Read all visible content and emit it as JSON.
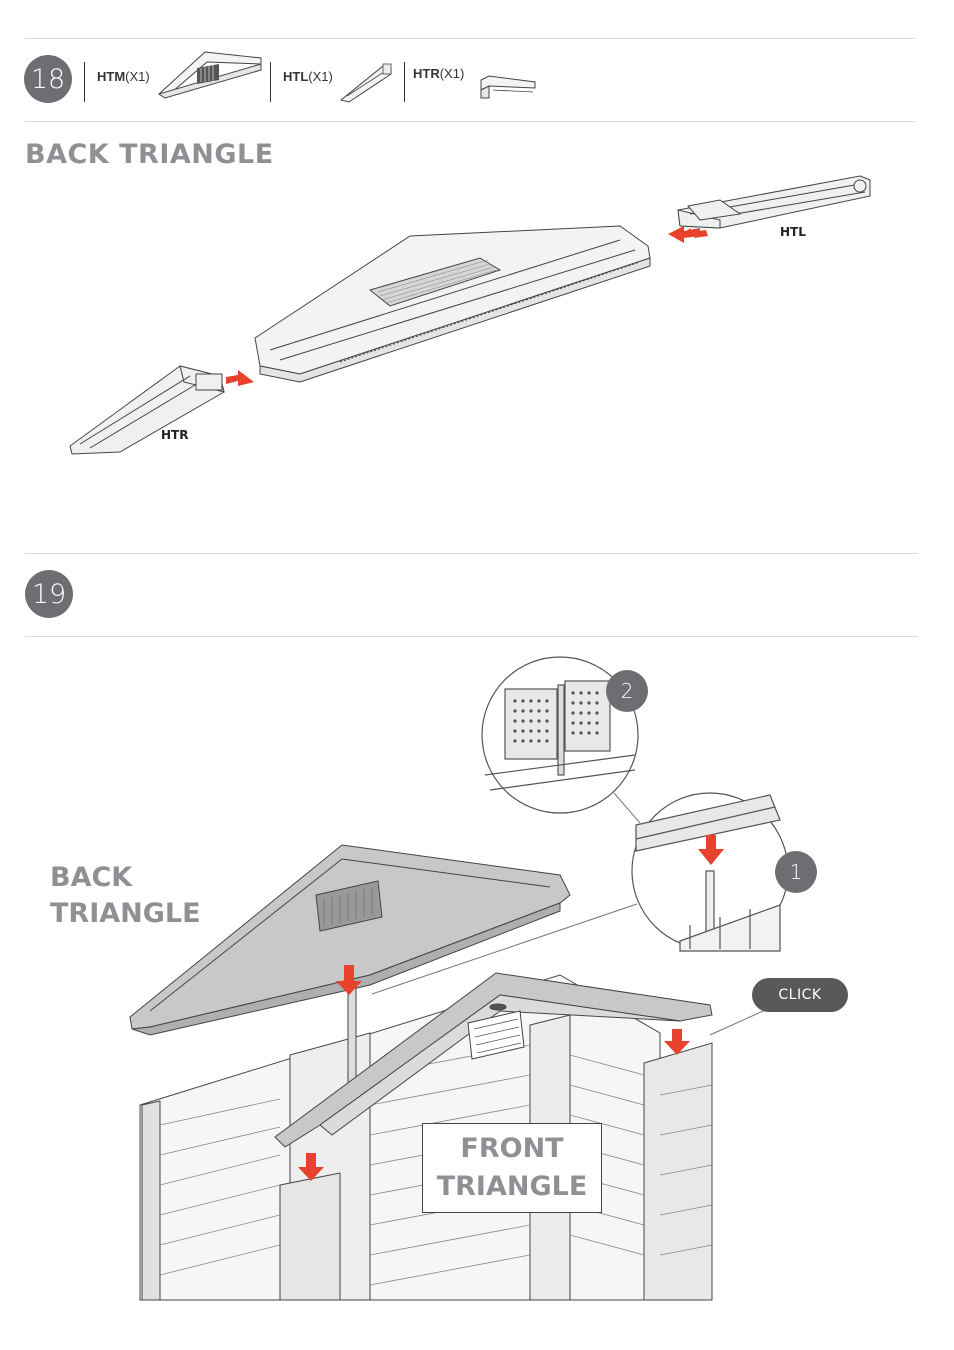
{
  "step18": {
    "number": "18",
    "parts": [
      {
        "code": "HTM",
        "qty": "(X1)"
      },
      {
        "code": "HTL",
        "qty": "(X1)"
      },
      {
        "code": "HTR",
        "qty": "(X1)"
      }
    ],
    "title": "BACK TRIANGLE",
    "callouts": {
      "htl": "HTL",
      "htr": "HTR"
    }
  },
  "step19": {
    "number": "19",
    "back_label_line1": "BACK",
    "back_label_line2": "TRIANGLE",
    "front_label_line1": "FRONT",
    "front_label_line2": "TRIANGLE",
    "detail1": "1",
    "detail2": "2",
    "click_label": "CLICK"
  },
  "colors": {
    "badge": "#6d6e71",
    "title_gray": "#8f9093",
    "arrow_red": "#e8412c"
  }
}
